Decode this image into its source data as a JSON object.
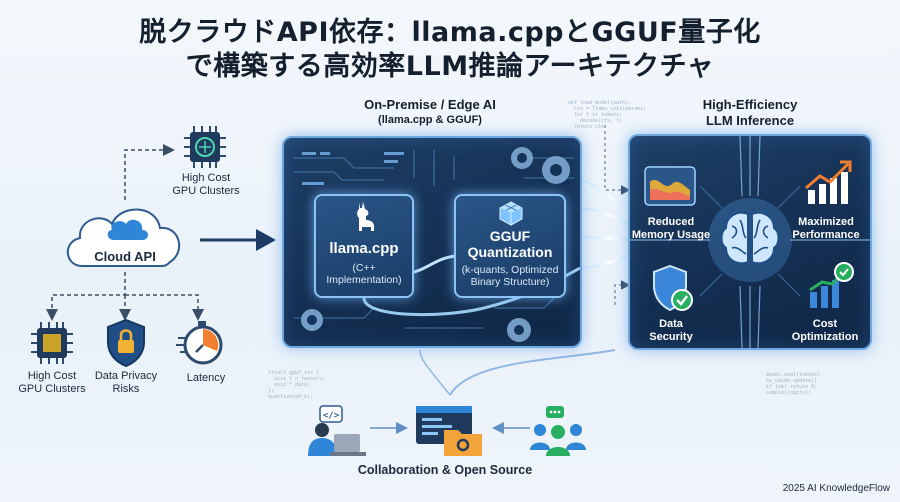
{
  "title": {
    "line1": "脱クラウドAPI依存：llama.cppとGGUF量子化",
    "line2": "で構築する高効率LLM推論アーキテクチャ"
  },
  "left": {
    "cloud_label": "Cloud API",
    "top_item": "High Cost\nGPU Clusters",
    "bottom_items": [
      {
        "label": "High Cost\nGPU Clusters",
        "icon": "gpu-chip-icon"
      },
      {
        "label": "Data Privacy\nRisks",
        "icon": "shield-lock-icon"
      },
      {
        "label": "Latency",
        "icon": "stopwatch-icon"
      }
    ]
  },
  "middle": {
    "heading": "On-Premise / Edge AI",
    "subheading": "(llama.cpp & GGUF)",
    "llama": {
      "title": "llama.cpp",
      "sub": "(C++ Implementation)",
      "icon": "llama-icon"
    },
    "gguf": {
      "title": "GGUF\nQuantization",
      "sub": "(k-quants, Optimized\nBinary Structure)",
      "icon": "cube-icon"
    }
  },
  "right": {
    "heading": "High-Efficiency\nLLM Inference",
    "items": [
      {
        "label": "Reduced\nMemory Usage",
        "icon": "memory-chart-icon"
      },
      {
        "label": "Maximized\nPerformance",
        "icon": "growth-chart-icon"
      },
      {
        "label": "Data\nSecurity",
        "icon": "shield-check-icon"
      },
      {
        "label": "Cost\nOptimization",
        "icon": "cost-chart-icon"
      }
    ],
    "center_icon": "brain-icon"
  },
  "bottom": {
    "label": "Collaboration & Open Source",
    "icons": [
      "developer-laptop-icon",
      "code-folder-icon",
      "community-icon"
    ]
  },
  "footer": "2025 AI KnowledgeFlow",
  "colors": {
    "panel": "#163457",
    "glow": "#6fb6ff",
    "accent_green": "#27ae60",
    "arrow": "#1d3b63"
  }
}
